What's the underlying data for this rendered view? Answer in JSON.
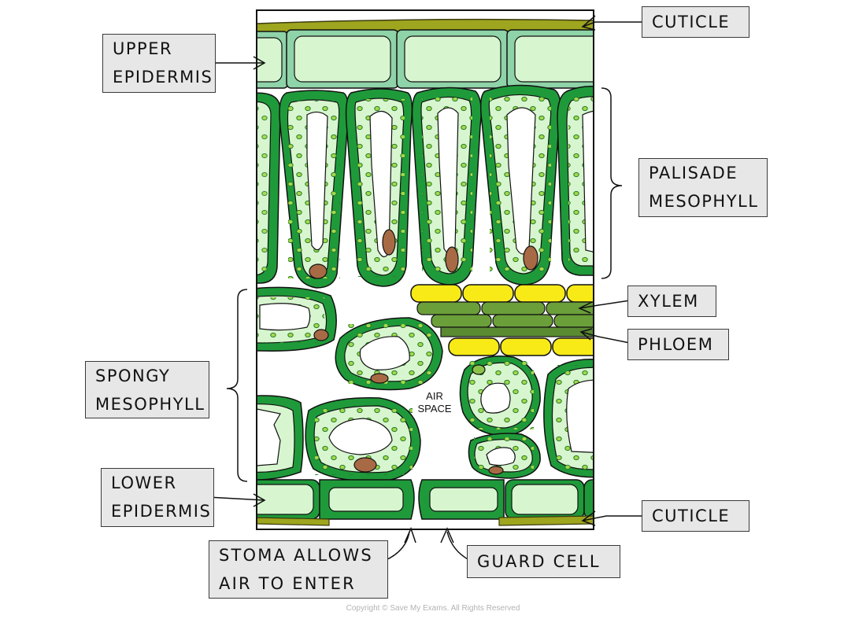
{
  "labels": {
    "cuticle_top": "CUTICLE",
    "upper_epidermis": [
      "UPPER",
      "EPIDERMIS"
    ],
    "palisade": [
      "PALISADE",
      "MESOPHYLL"
    ],
    "xylem": "XYLEM",
    "phloem": "PHLOEM",
    "spongy": [
      "SPONGY",
      "MESOPHYLL"
    ],
    "lower_epidermis": [
      "LOWER",
      "EPIDERMIS"
    ],
    "cuticle_bottom": "CUTICLE",
    "stoma": [
      "STOMA ALLOWS",
      "AIR TO ENTER"
    ],
    "guard_cell": "GUARD CELL",
    "air_space": [
      "AIR",
      "SPACE"
    ]
  },
  "copyright": "Copyright © Save My Exams. All Rights Reserved",
  "colors": {
    "cell_wall": "#1f9a3a",
    "cell_fill": "#d7f6cf",
    "vacuole": "#ffffff",
    "chloroplast": "#a6d84a",
    "nucleus": "#a86a45",
    "epidermis": "#8fd3a8",
    "epidermis_fill": "#d7f6cf",
    "cuticle": "#9ea51e",
    "xylem": "#f7ea17",
    "phloem": "#6b9f3a",
    "tag_bg": "#e7e7e7"
  }
}
